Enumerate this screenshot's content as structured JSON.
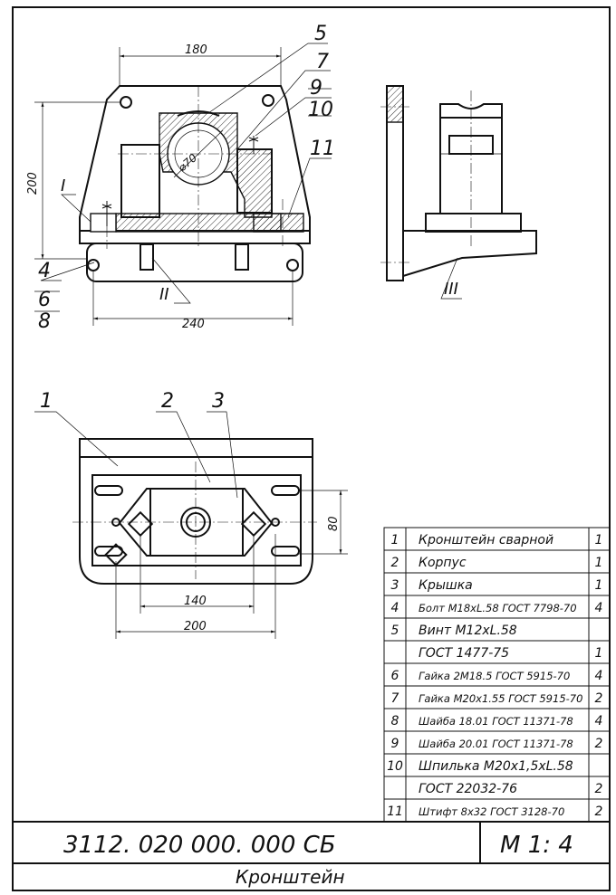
{
  "views": {
    "front": {
      "dims": {
        "w180": "180",
        "h200": "200",
        "w240": "240",
        "d70": "⌀70"
      },
      "callouts": [
        "5",
        "7",
        "9",
        "10",
        "11",
        "I",
        "4",
        "6",
        "8",
        "II"
      ]
    },
    "side": {
      "callouts": [
        "III"
      ]
    },
    "top": {
      "dims": {
        "w140": "140",
        "w200": "200",
        "h80": "80"
      },
      "callouts": [
        "1",
        "2",
        "3"
      ]
    }
  },
  "bom": [
    {
      "pos": "1",
      "name": "Кронштейн сварной",
      "qty": "1"
    },
    {
      "pos": "2",
      "name": "Корпус",
      "qty": "1"
    },
    {
      "pos": "3",
      "name": "Крышка",
      "qty": "1"
    },
    {
      "pos": "4",
      "name": "Болт М18хL.58 ГОСТ 7798-70",
      "qty": "4"
    },
    {
      "pos": "5",
      "name": "Винт М12хL.58",
      "qty": ""
    },
    {
      "pos": "",
      "name": "ГОСТ 1477-75",
      "qty": "1"
    },
    {
      "pos": "6",
      "name": "Гайка 2М18.5 ГОСТ 5915-70",
      "qty": "4"
    },
    {
      "pos": "7",
      "name": "Гайка М20х1.55 ГОСТ 5915-70",
      "qty": "2"
    },
    {
      "pos": "8",
      "name": "Шайба 18.01 ГОСТ 11371-78",
      "qty": "4"
    },
    {
      "pos": "9",
      "name": "Шайба 20.01 ГОСТ 11371-78",
      "qty": "2"
    },
    {
      "pos": "10",
      "name": "Шпилька М20х1,5хL.58",
      "qty": ""
    },
    {
      "pos": "",
      "name": "ГОСТ 22032-76",
      "qty": "2"
    },
    {
      "pos": "11",
      "name": "Штифт 8х32 ГОСТ 3128-70",
      "qty": "2"
    }
  ],
  "title_block": {
    "designation": "3112. 020 000. 000 СБ",
    "scale": "М 1: 4",
    "name": "Кронштейн"
  }
}
